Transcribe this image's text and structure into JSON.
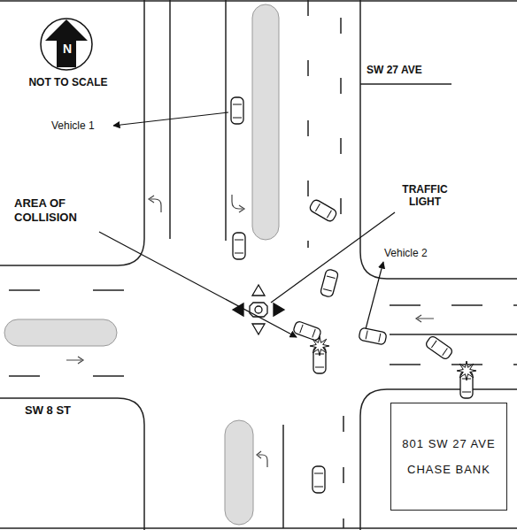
{
  "diagram": {
    "nodes": [
      {
        "text": [
          "801 SW 27 AVE",
          "CHASE BANK"
        ]
      }
    ],
    "labels": [
      "N",
      "NOT TO SCALE",
      "SW 27 AVE",
      "Vehicle 1",
      "AREA OF COLLISION",
      "TRAFFIC LIGHT",
      "Vehicle 2",
      "SW 8 ST"
    ]
  }
}
